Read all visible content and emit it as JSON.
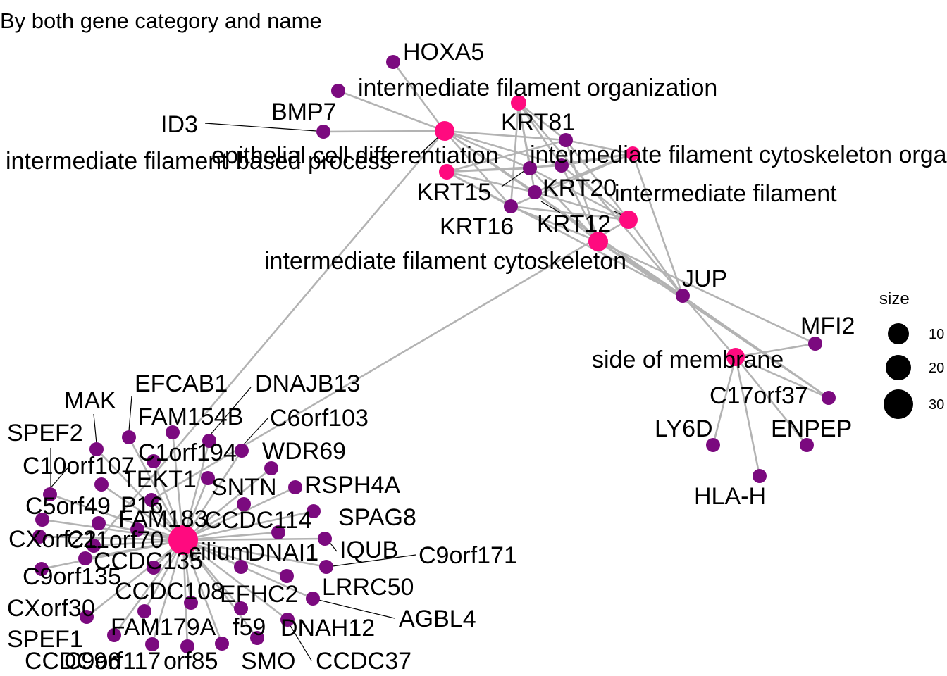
{
  "title": "By both gene category and name",
  "colors": {
    "category": "#ff0a7f",
    "gene": "#7b0a7f",
    "edge": "#b3b3b3",
    "legend_dot": "#000000"
  },
  "legend": {
    "title": "size",
    "items": [
      "10",
      "20",
      "30"
    ],
    "sizes": [
      10,
      20,
      30
    ]
  },
  "categories": [
    {
      "id": "intermediate filament organization",
      "size": 6
    },
    {
      "id": "epithelial cell differentiation",
      "size": 11
    },
    {
      "id": "intermediate filament cytoskeleton organization",
      "size": 6
    },
    {
      "id": "intermediate filament-based process",
      "size": 6
    },
    {
      "id": "intermediate filament",
      "size": 8
    },
    {
      "id": "intermediate filament cytoskeleton",
      "size": 9
    },
    {
      "id": "side of membrane",
      "size": 8
    },
    {
      "id": "cilium",
      "size": 36
    }
  ],
  "genes": [
    "HOXA5",
    "BMP7",
    "ID3",
    "KRT81",
    "KRT15",
    "KRT20",
    "KRT16",
    "KRT12",
    "JUP",
    "MFI2",
    "C17orf37",
    "ENPEP",
    "LY6D",
    "HLA-H",
    "EFCAB1",
    "DNAJB13",
    "MAK",
    "FAM154B",
    "C6orf103",
    "SPEF2",
    "C1orf194",
    "WDR69",
    "C10orf107",
    "TEKT1",
    "SNTN",
    "RSPH4A",
    "C5orf49",
    "P16",
    "FAM183",
    "CCDC114",
    "SPAG8",
    "CXorf22",
    "C11orf70",
    "DNAI1",
    "IQUB",
    "C9orf171",
    "CCDC135",
    "C9orf135",
    "LRRC50",
    "CCDC108",
    "EFHC2",
    "CXorf30",
    "AGBL4",
    "FAM179A",
    "f59",
    "DNAH12",
    "SPEF1",
    "CCDC96",
    "C9orf117",
    "orf85",
    "SMO",
    "CCDC37"
  ],
  "edges": [
    [
      "epithelial cell differentiation",
      "HOXA5"
    ],
    [
      "epithelial cell differentiation",
      "BMP7"
    ],
    [
      "epithelial cell differentiation",
      "ID3"
    ],
    [
      "epithelial cell differentiation",
      "KRT81"
    ],
    [
      "epithelial cell differentiation",
      "KRT15"
    ],
    [
      "epithelial cell differentiation",
      "KRT20"
    ],
    [
      "epithelial cell differentiation",
      "KRT16"
    ],
    [
      "epithelial cell differentiation",
      "KRT12"
    ],
    [
      "epithelial cell differentiation",
      "JUP"
    ],
    [
      "epithelial cell differentiation",
      "C17orf37"
    ],
    [
      "epithelial cell differentiation",
      "C11orf70"
    ],
    [
      "intermediate filament organization",
      "KRT81"
    ],
    [
      "intermediate filament organization",
      "KRT15"
    ],
    [
      "intermediate filament organization",
      "KRT20"
    ],
    [
      "intermediate filament organization",
      "KRT16"
    ],
    [
      "intermediate filament organization",
      "KRT12"
    ],
    [
      "intermediate filament organization",
      "JUP"
    ],
    [
      "intermediate filament cytoskeleton organization",
      "KRT81"
    ],
    [
      "intermediate filament cytoskeleton organization",
      "KRT15"
    ],
    [
      "intermediate filament cytoskeleton organization",
      "KRT20"
    ],
    [
      "intermediate filament cytoskeleton organization",
      "KRT16"
    ],
    [
      "intermediate filament cytoskeleton organization",
      "KRT12"
    ],
    [
      "intermediate filament cytoskeleton organization",
      "JUP"
    ],
    [
      "intermediate filament-based process",
      "KRT81"
    ],
    [
      "intermediate filament-based process",
      "KRT15"
    ],
    [
      "intermediate filament-based process",
      "KRT20"
    ],
    [
      "intermediate filament-based process",
      "KRT16"
    ],
    [
      "intermediate filament-based process",
      "KRT12"
    ],
    [
      "intermediate filament-based process",
      "JUP"
    ],
    [
      "intermediate filament",
      "KRT81"
    ],
    [
      "intermediate filament",
      "KRT15"
    ],
    [
      "intermediate filament",
      "KRT20"
    ],
    [
      "intermediate filament",
      "KRT16"
    ],
    [
      "intermediate filament",
      "KRT12"
    ],
    [
      "intermediate filament",
      "JUP"
    ],
    [
      "intermediate filament",
      "TEKT1"
    ],
    [
      "intermediate filament cytoskeleton",
      "KRT81"
    ],
    [
      "intermediate filament cytoskeleton",
      "KRT15"
    ],
    [
      "intermediate filament cytoskeleton",
      "KRT20"
    ],
    [
      "intermediate filament cytoskeleton",
      "KRT16"
    ],
    [
      "intermediate filament cytoskeleton",
      "KRT12"
    ],
    [
      "intermediate filament cytoskeleton",
      "JUP"
    ],
    [
      "intermediate filament cytoskeleton",
      "MFI2"
    ],
    [
      "intermediate filament cytoskeleton",
      "C17orf37"
    ],
    [
      "side of membrane",
      "JUP"
    ],
    [
      "side of membrane",
      "MFI2"
    ],
    [
      "side of membrane",
      "C17orf37"
    ],
    [
      "side of membrane",
      "ENPEP"
    ],
    [
      "side of membrane",
      "LY6D"
    ],
    [
      "side of membrane",
      "HLA-H"
    ],
    [
      "cilium",
      "EFCAB1"
    ],
    [
      "cilium",
      "DNAJB13"
    ],
    [
      "cilium",
      "MAK"
    ],
    [
      "cilium",
      "FAM154B"
    ],
    [
      "cilium",
      "C6orf103"
    ],
    [
      "cilium",
      "SPEF2"
    ],
    [
      "cilium",
      "C1orf194"
    ],
    [
      "cilium",
      "WDR69"
    ],
    [
      "cilium",
      "C10orf107"
    ],
    [
      "cilium",
      "TEKT1"
    ],
    [
      "cilium",
      "SNTN"
    ],
    [
      "cilium",
      "RSPH4A"
    ],
    [
      "cilium",
      "C5orf49"
    ],
    [
      "cilium",
      "P16"
    ],
    [
      "cilium",
      "FAM183"
    ],
    [
      "cilium",
      "CCDC114"
    ],
    [
      "cilium",
      "SPAG8"
    ],
    [
      "cilium",
      "CXorf22"
    ],
    [
      "cilium",
      "C11orf70"
    ],
    [
      "cilium",
      "DNAI1"
    ],
    [
      "cilium",
      "IQUB"
    ],
    [
      "cilium",
      "C9orf171"
    ],
    [
      "cilium",
      "CCDC135"
    ],
    [
      "cilium",
      "C9orf135"
    ],
    [
      "cilium",
      "LRRC50"
    ],
    [
      "cilium",
      "CCDC108"
    ],
    [
      "cilium",
      "EFHC2"
    ],
    [
      "cilium",
      "CXorf30"
    ],
    [
      "cilium",
      "AGBL4"
    ],
    [
      "cilium",
      "FAM179A"
    ],
    [
      "cilium",
      "f59"
    ],
    [
      "cilium",
      "DNAH12"
    ],
    [
      "cilium",
      "SPEF1"
    ],
    [
      "cilium",
      "CCDC96"
    ],
    [
      "cilium",
      "C9orf117"
    ],
    [
      "cilium",
      "orf85"
    ],
    [
      "cilium",
      "SMO"
    ],
    [
      "cilium",
      "CCDC37"
    ]
  ],
  "labels": [
    {
      "node": "HOXA5",
      "text": "HOXA5"
    },
    {
      "node": "intermediate filament organization",
      "text": "intermediate filament organization"
    },
    {
      "node": "BMP7",
      "text": "BMP7"
    },
    {
      "node": "KRT81",
      "text": "KRT81"
    },
    {
      "node": "ID3",
      "text": "ID3"
    },
    {
      "node": "intermediate filament-based process",
      "text": "intermediate filament-based process"
    },
    {
      "node": "epithelial cell differentiation",
      "text": "epithelial cell differentiation"
    },
    {
      "node": "intermediate filament cytoskeleton organization",
      "text": "intermediate filament cytoskeleton organization"
    },
    {
      "node": "KRT15",
      "text": "KRT15"
    },
    {
      "node": "KRT20",
      "text": "KRT20"
    },
    {
      "node": "intermediate filament",
      "text": "intermediate filament"
    },
    {
      "node": "KRT16",
      "text": "KRT16"
    },
    {
      "node": "KRT12",
      "text": "KRT12"
    },
    {
      "node": "intermediate filament cytoskeleton",
      "text": "intermediate filament cytoskeleton"
    },
    {
      "node": "JUP",
      "text": "JUP"
    },
    {
      "node": "MFI2",
      "text": "MFI2"
    },
    {
      "node": "side of membrane",
      "text": "side of membrane"
    },
    {
      "node": "C17orf37",
      "text": "C17orf37"
    },
    {
      "node": "LY6D",
      "text": "LY6D"
    },
    {
      "node": "ENPEP",
      "text": "ENPEP"
    },
    {
      "node": "HLA-H",
      "text": "HLA-H"
    },
    {
      "node": "EFCAB1",
      "text": "EFCAB1"
    },
    {
      "node": "DNAJB13",
      "text": "DNAJB13"
    },
    {
      "node": "MAK",
      "text": "MAK"
    },
    {
      "node": "FAM154B",
      "text": "FAM154B"
    },
    {
      "node": "C6orf103",
      "text": "C6orf103"
    },
    {
      "node": "SPEF2",
      "text": "SPEF2"
    },
    {
      "node": "C1orf194",
      "text": "C1orf194"
    },
    {
      "node": "WDR69",
      "text": "WDR69"
    },
    {
      "node": "C10orf107",
      "text": "C10orf107"
    },
    {
      "node": "TEKT1",
      "text": "TEKT1"
    },
    {
      "node": "SNTN",
      "text": "SNTN"
    },
    {
      "node": "RSPH4A",
      "text": "RSPH4A"
    },
    {
      "node": "C5orf49",
      "text": "C5orf49"
    },
    {
      "node": "P16",
      "text": "P16"
    },
    {
      "node": "FAM183",
      "text": "FAM183"
    },
    {
      "node": "CCDC114",
      "text": "CCDC114"
    },
    {
      "node": "SPAG8",
      "text": "SPAG8"
    },
    {
      "node": "CXorf22",
      "text": "CXorf22"
    },
    {
      "node": "C11orf70",
      "text": "C11orf70"
    },
    {
      "node": "cilium",
      "text": "cilium"
    },
    {
      "node": "DNAI1",
      "text": "DNAI1"
    },
    {
      "node": "IQUB",
      "text": "IQUB"
    },
    {
      "node": "C9orf171",
      "text": "C9orf171"
    },
    {
      "node": "CCDC135",
      "text": "CCDC135"
    },
    {
      "node": "C9orf135",
      "text": "C9orf135"
    },
    {
      "node": "LRRC50",
      "text": "LRRC50"
    },
    {
      "node": "CCDC108",
      "text": "CCDC108"
    },
    {
      "node": "EFHC2",
      "text": "EFHC2"
    },
    {
      "node": "CXorf30",
      "text": "CXorf30"
    },
    {
      "node": "AGBL4",
      "text": "AGBL4"
    },
    {
      "node": "FAM179A",
      "text": "FAM179A"
    },
    {
      "node": "f59",
      "text": "f59"
    },
    {
      "node": "DNAH12",
      "text": "DNAH12"
    },
    {
      "node": "SPEF1",
      "text": "SPEF1"
    },
    {
      "node": "CCDC96",
      "text": "CCDC96"
    },
    {
      "node": "C9orf117",
      "text": "C9orf117"
    },
    {
      "node": "orf85",
      "text": "orf85"
    },
    {
      "node": "SMO",
      "text": "SMO"
    },
    {
      "node": "CCDC37",
      "text": "CCDC37"
    }
  ]
}
